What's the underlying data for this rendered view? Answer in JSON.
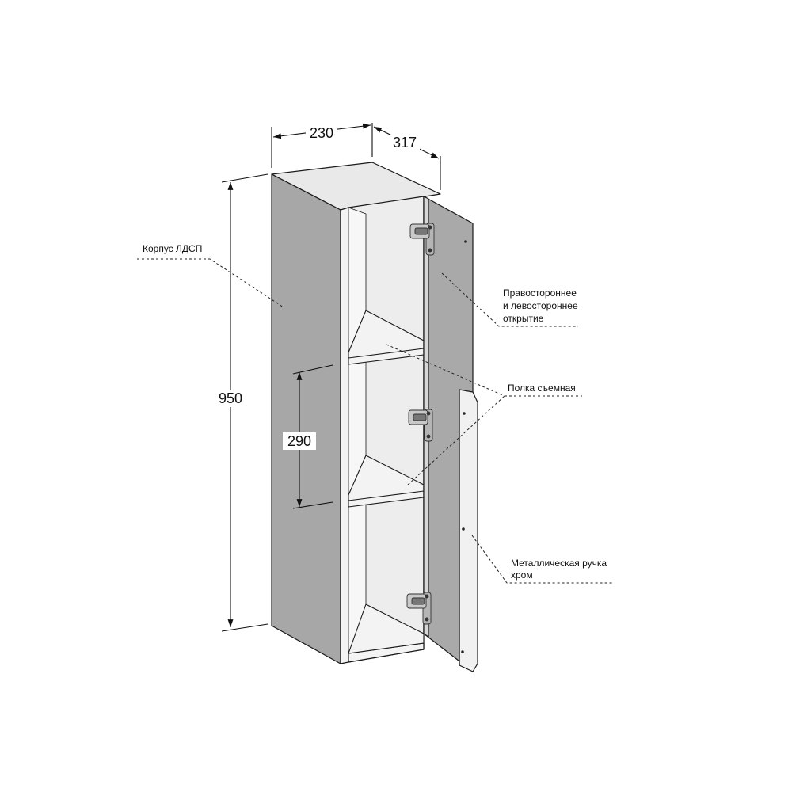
{
  "dimensions": {
    "width": "230",
    "depth": "317",
    "height": "950",
    "shelf_spacing": "290"
  },
  "callouts": {
    "body": "Корпус ЛДСП",
    "opening_line1": "Правостороннее",
    "opening_line2": "и левостороннее",
    "opening_line3": "открытие",
    "shelf": "Полка съемная",
    "handle_line1": "Металлическая ручка",
    "handle_line2": "хром"
  },
  "colors": {
    "side_panel": "#a7a7a7",
    "door": "#a9a9a9",
    "interior": "#ededed",
    "top": "#e9e9e9",
    "outline": "#1a1a1a",
    "edge": "#f4f4f4"
  }
}
